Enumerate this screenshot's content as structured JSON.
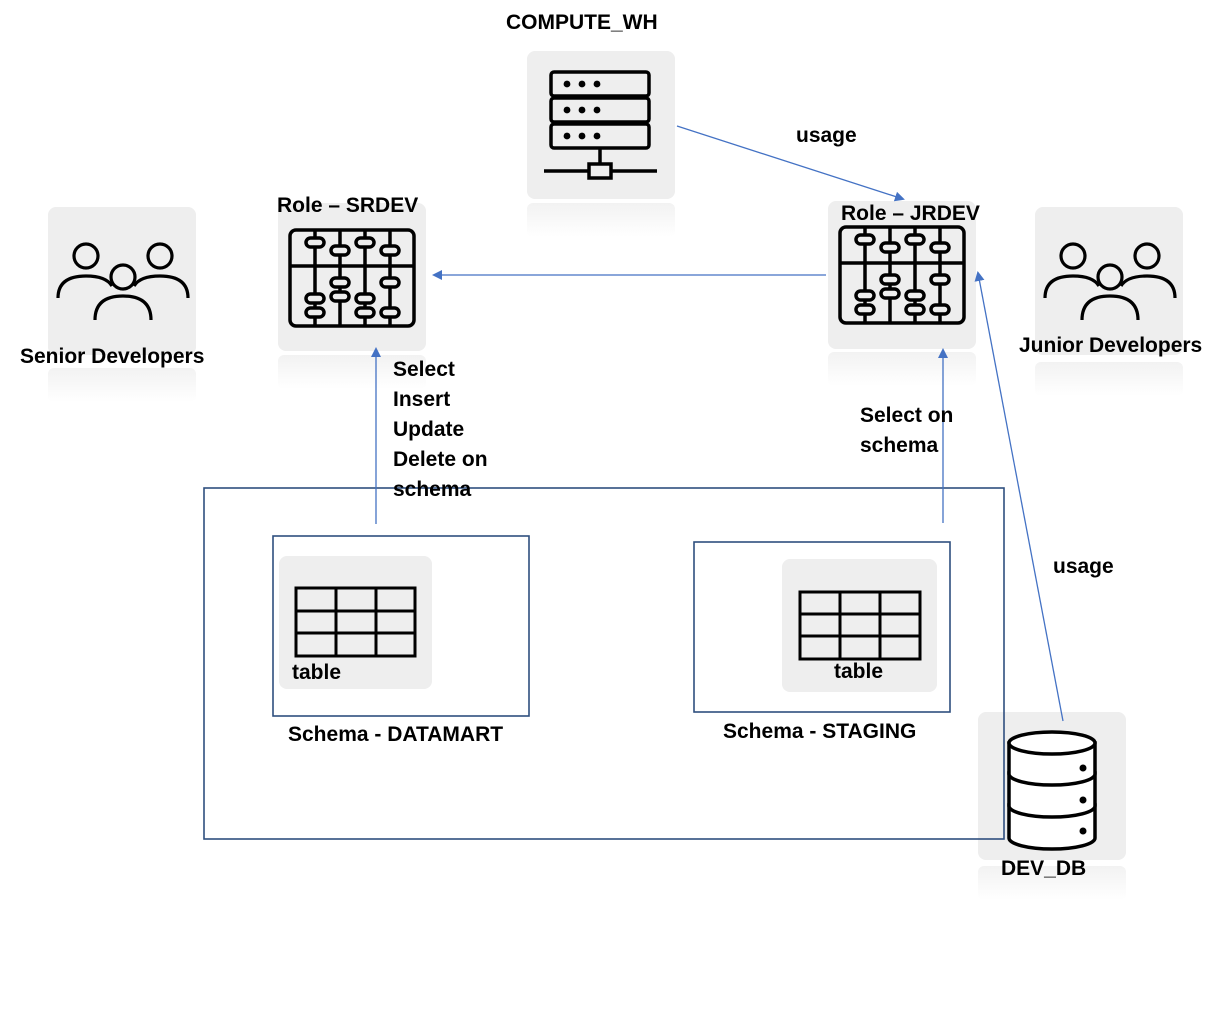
{
  "nodes": {
    "compute_wh": "COMPUTE_WH",
    "role_srdev": "Role – SRDEV",
    "role_jrdev": "Role – JRDEV",
    "senior_developers": "Senior Developers",
    "junior_developers": "Junior Developers",
    "dev_db": "DEV_DB",
    "schema_datamart": "Schema - DATAMART",
    "schema_staging": "Schema - STAGING",
    "table_datamart": "table",
    "table_staging": "table"
  },
  "edges": {
    "usage_wh": "usage",
    "usage_db": "usage",
    "srdev_privileges": [
      "Select",
      "Insert",
      "Update",
      "Delete on",
      "schema"
    ],
    "jrdev_privileges": [
      "Select on",
      "schema"
    ]
  },
  "colors": {
    "arrow": "#4472c4",
    "frame": "#2f4f7f",
    "tile": "#eeeeee"
  },
  "icons": [
    "server-icon",
    "abacus-icon",
    "people-icon",
    "table-icon",
    "database-icon"
  ]
}
